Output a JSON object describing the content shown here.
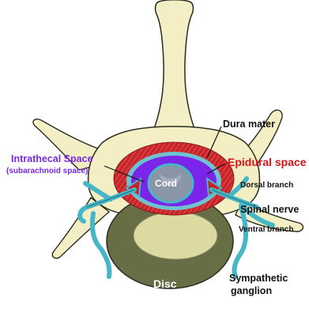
{
  "labels": {
    "dura_mater": "Dura mater",
    "epidural_space": "Epidural space",
    "intrathecal_space": "Intrathecal Space",
    "subarachnoid_space": "(subarachnoid space)",
    "dorsal_branch": "Dorsal branch",
    "spinal_nerve": "Spinal nerve",
    "ventral_branch": "Ventral branch",
    "sympathetic": "Sympathetic",
    "ganglion": "ganglion",
    "cord": "Cord",
    "disc": "Disc"
  },
  "colors": {
    "bone": "#f3eec4",
    "bone_outline": "#2b2b20",
    "disc_outer": "#676d45",
    "disc_inner": "#dcd9a2",
    "epidural_red": "#cc1f24",
    "intrathecal_purple": "#7b25e8",
    "nerve_blue": "#47b7c8",
    "cord_gray": "#8a95a8",
    "intrathecal_label": "#7a28e0",
    "epidural_label": "#d8141a"
  }
}
